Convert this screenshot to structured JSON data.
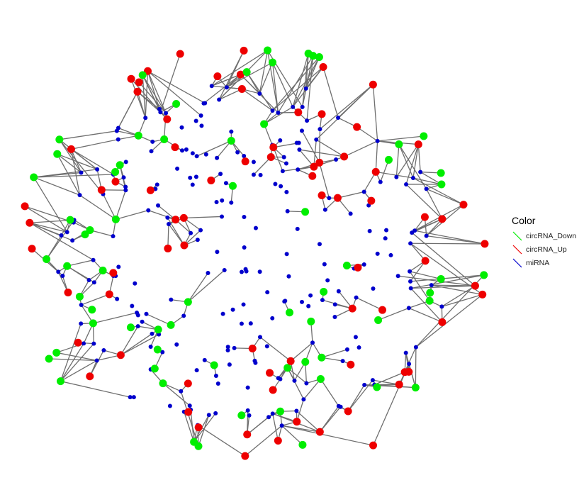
{
  "legend": {
    "title": "Color",
    "items": [
      {
        "label": "circRNA_Down",
        "color": "#00ee00"
      },
      {
        "label": "circRNA_Up",
        "color": "#ee0000"
      },
      {
        "label": "miRNA",
        "color": "#0000cc"
      }
    ]
  },
  "edge_color": "#6e6e6e"
}
